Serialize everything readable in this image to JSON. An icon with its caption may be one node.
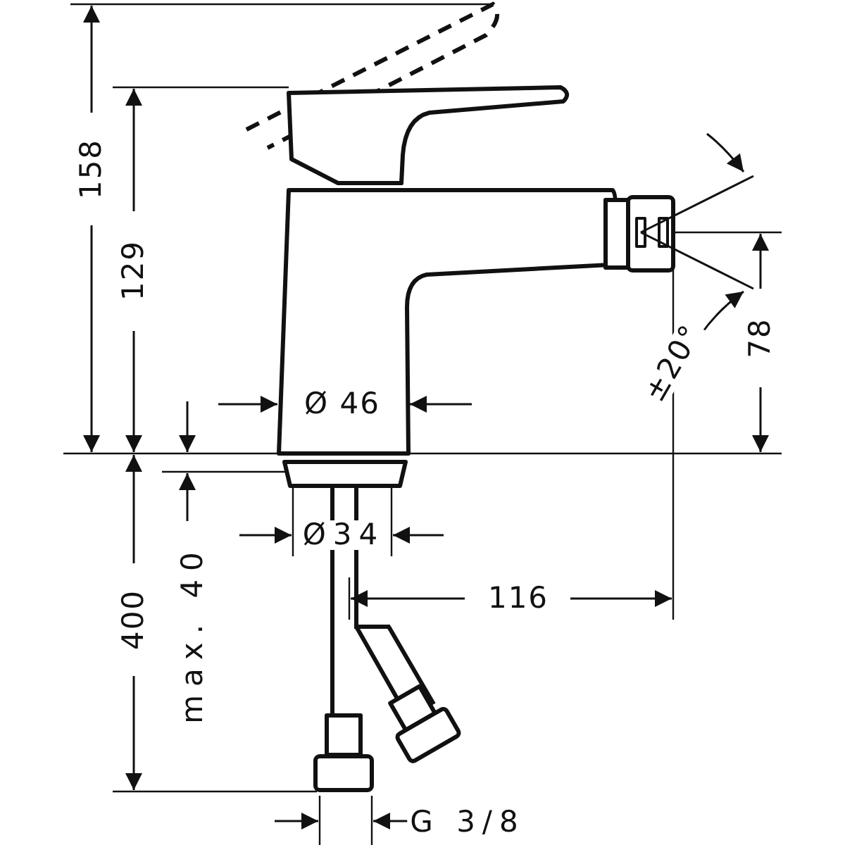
{
  "diagram": {
    "labels": [
      "158",
      "129",
      "±20°",
      "78",
      "Ø 46",
      "Ø34",
      "116",
      "400",
      "max. 40",
      "G 3/8"
    ]
  }
}
